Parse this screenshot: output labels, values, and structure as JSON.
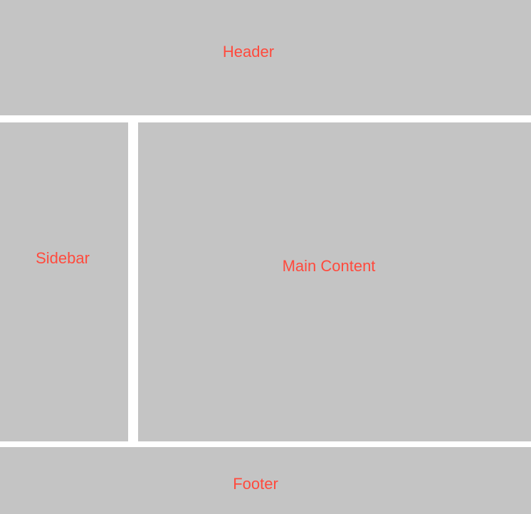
{
  "layout": {
    "header": {
      "label": "Header"
    },
    "sidebar": {
      "label": "Sidebar"
    },
    "main": {
      "label": "Main Content"
    },
    "footer": {
      "label": "Footer"
    }
  },
  "colors": {
    "page_background": "#ffffff",
    "region_fill": "#c4c4c4",
    "label_text": "#ff4a3d"
  }
}
